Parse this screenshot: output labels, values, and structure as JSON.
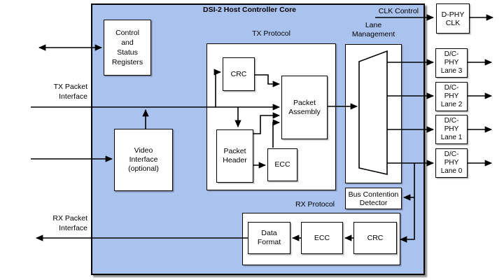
{
  "colors": {
    "core_fill": "#a9c2ee",
    "box_fill": "#ffffff",
    "line": "#000000"
  },
  "title": "DSI-2 Host Controller Core",
  "section_labels": {
    "clk_control": "CLK Control",
    "tx_protocol": "TX Protocol",
    "lane_management": [
      "Lane",
      "Management"
    ],
    "rx_protocol": "RX Protocol"
  },
  "interface_labels": {
    "tx_packet": [
      "TX Packet",
      "Interface"
    ],
    "rx_packet": [
      "RX Packet",
      "Interface"
    ]
  },
  "blocks": {
    "control_status_registers": [
      "Control",
      "and",
      "Status",
      "Registers"
    ],
    "dphy_clk": [
      "D-PHY",
      "CLK"
    ],
    "tx_crc": [
      "CRC"
    ],
    "packet_assembly": [
      "Packet",
      "Assembly"
    ],
    "packet_header": [
      "Packet",
      "Header"
    ],
    "tx_ecc": [
      "ECC"
    ],
    "video_interface": [
      "Video",
      "Interface",
      "(optional)"
    ],
    "dcphy_lane3": [
      "D/C-",
      "PHY",
      "Lane 3"
    ],
    "dcphy_lane2": [
      "D/C-",
      "PHY",
      "Lane 2"
    ],
    "dcphy_lane1": [
      "D/C-",
      "PHY",
      "Lane 1"
    ],
    "dcphy_lane0": [
      "D/C-",
      "PHY",
      "Lane 0"
    ],
    "bus_contention_detector": [
      "Bus Contention",
      "Detector"
    ],
    "data_format": [
      "Data",
      "Format"
    ],
    "rx_ecc": [
      "ECC"
    ],
    "rx_crc": [
      "CRC"
    ]
  }
}
